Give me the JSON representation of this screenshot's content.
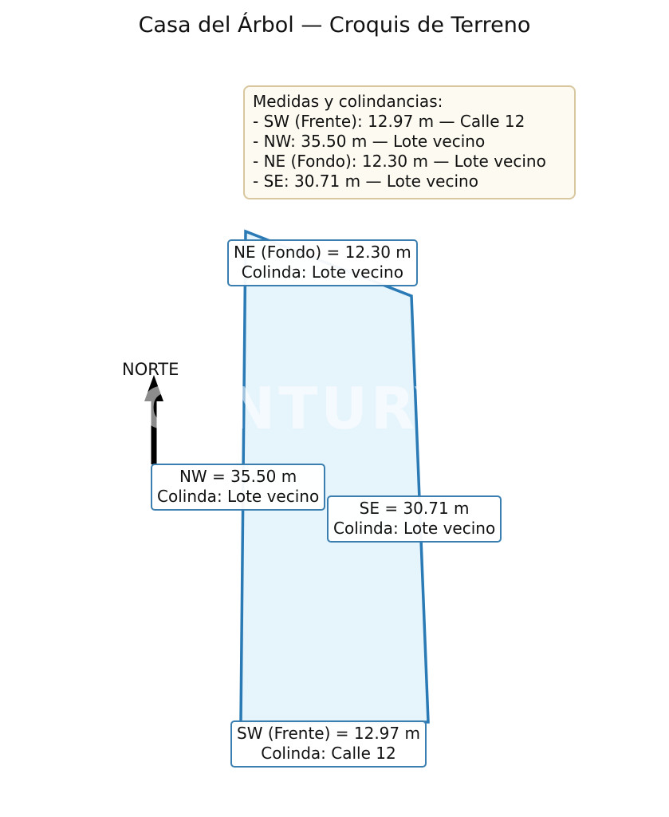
{
  "title": "Casa del Árbol — Croquis de Terreno",
  "summary": {
    "heading": "Medidas y colindancias:",
    "lines": [
      "- SW (Frente): 12.97 m — Calle 12",
      "- NW: 35.50 m — Lote vecino",
      "- NE (Fondo): 12.30 m — Lote vecino",
      "- SE: 30.71 m — Lote vecino"
    ]
  },
  "north": {
    "label": "NORTE"
  },
  "watermark": "CENTURY",
  "sides": {
    "ne": {
      "measure": "NE (Fondo) = 12.30 m",
      "neighbor": "Colinda: Lote vecino"
    },
    "nw": {
      "measure": "NW = 35.50 m",
      "neighbor": "Colinda: Lote vecino"
    },
    "se": {
      "measure": "SE = 30.71 m",
      "neighbor": "Colinda: Lote vecino"
    },
    "sw": {
      "measure": "SW (Frente) = 12.97 m",
      "neighbor": "Colinda: Calle 12"
    }
  },
  "colors": {
    "lot_fill": "#e6f4fc",
    "lot_stroke": "#2a7ab5",
    "label_border": "#3a7fb0",
    "summary_bg": "#fdfaf1",
    "summary_border": "#d8c79f",
    "arrow": "#000000"
  }
}
